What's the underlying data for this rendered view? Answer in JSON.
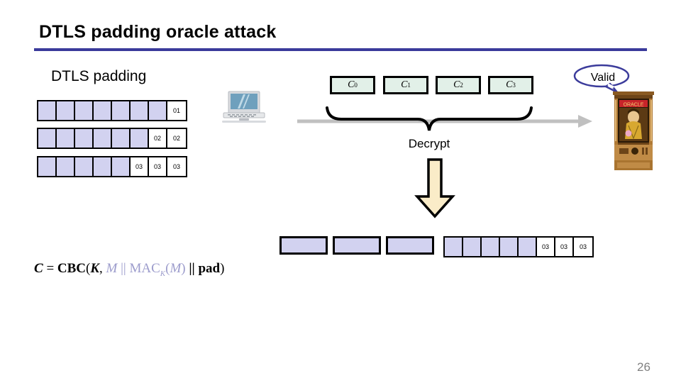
{
  "slide": {
    "title": "DTLS padding oracle attack",
    "page_number": "26",
    "accent_color": "#3b3b9b",
    "block_fill_color": "#d2d2f0",
    "cipher_fill_color": "#e2f0e8",
    "arrow_fill_color": "#faecc8",
    "gray_arrow_color": "#c0c0c0"
  },
  "padding_section": {
    "label": "DTLS padding",
    "rows": [
      {
        "cells": [
          "",
          "",
          "",
          "",
          "",
          "",
          "",
          "01"
        ]
      },
      {
        "cells": [
          "",
          "",
          "",
          "",
          "",
          "",
          "02",
          "02"
        ]
      },
      {
        "cells": [
          "",
          "",
          "",
          "",
          "",
          "03",
          "03",
          "03"
        ]
      }
    ]
  },
  "laptop": {
    "icon": "laptop-icon"
  },
  "ciphertext": {
    "blocks": [
      {
        "base": "C",
        "sub": "0"
      },
      {
        "base": "C",
        "sub": "1"
      },
      {
        "base": "C",
        "sub": "2"
      },
      {
        "base": "C",
        "sub": "3"
      }
    ]
  },
  "oracle": {
    "callout_label": "Valid",
    "machine_icon": "fortune-teller-machine-icon"
  },
  "decrypt": {
    "label": "Decrypt",
    "arrow_icon": "right-arrow-icon",
    "brace_icon": "curly-brace-icon",
    "down_arrow_icon": "down-block-arrow-icon"
  },
  "plaintext": {
    "blocks": [
      "",
      "",
      ""
    ],
    "tail_row": {
      "cells": [
        "",
        "",
        "",
        "",
        "",
        "03",
        "03",
        "03"
      ]
    }
  },
  "formula": {
    "text": "C = CBC(K, M || MAC_K(M) || pad)"
  }
}
